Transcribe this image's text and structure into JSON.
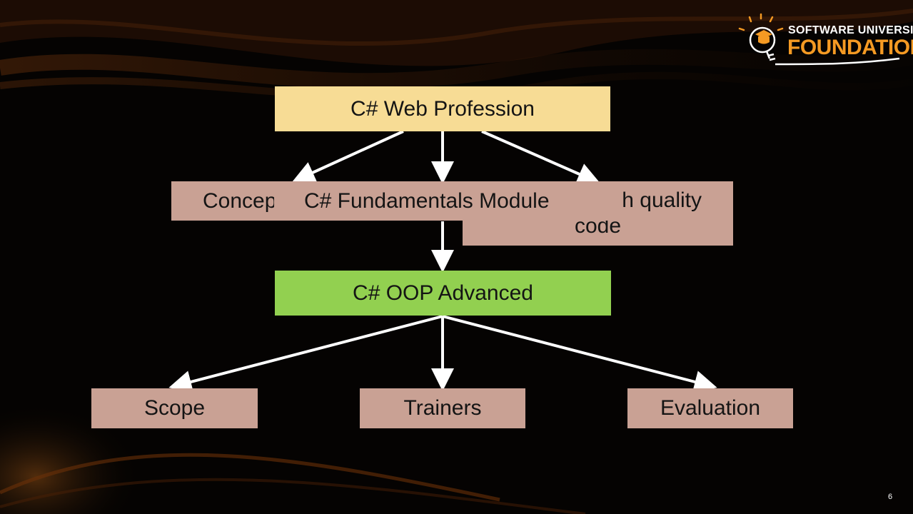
{
  "logo": {
    "line1": "SOFTWARE UNIVERSITY",
    "line2": "FOUNDATION"
  },
  "nodes": {
    "root": "C# Web Profession",
    "left": "Concep",
    "middle": "C# Fundamentals Module",
    "right_line1": "h quality",
    "right_line2": "code",
    "oop": "C# OOP Advanced",
    "scope": "Scope",
    "trainers": "Trainers",
    "evaluation": "Evaluation"
  },
  "page_number": "6",
  "colors": {
    "root": "#f7dc95",
    "module": "#c9a194",
    "oop": "#92d050",
    "arrow": "#ffffff",
    "brand": "#f59a23"
  }
}
